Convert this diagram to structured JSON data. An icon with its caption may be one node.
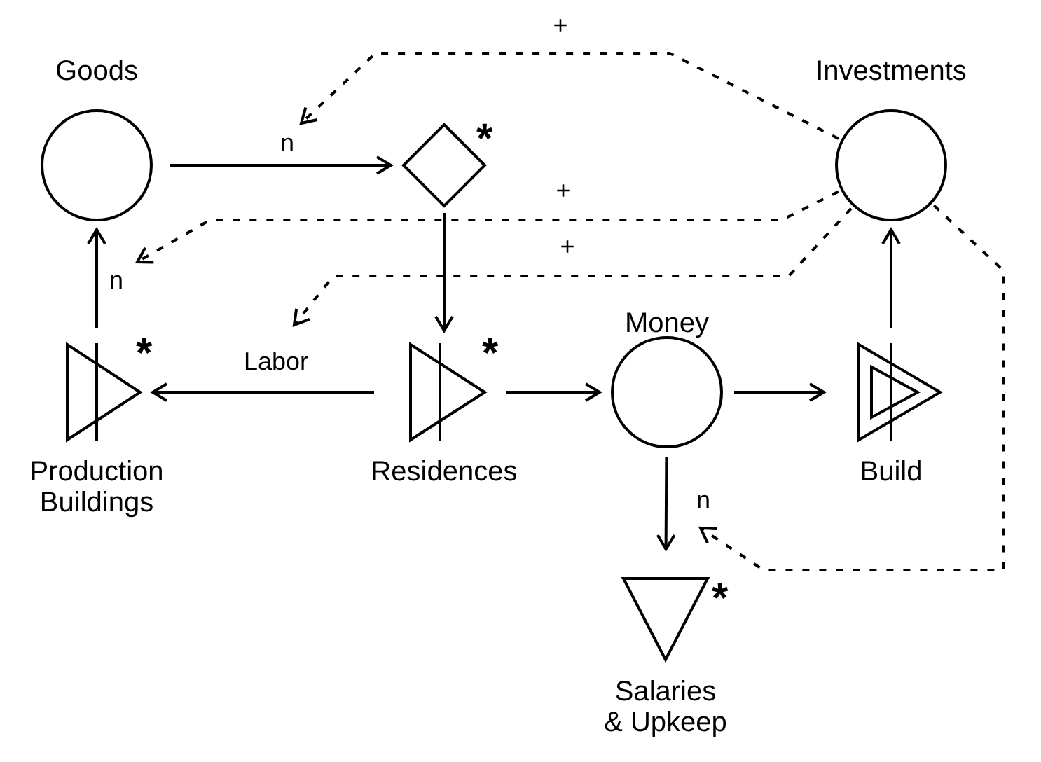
{
  "diagram": {
    "nodes": [
      {
        "text": [
          "Goods"
        ]
      },
      {
        "text": [],
        "shape": "diamond",
        "beside": [
          "*"
        ]
      },
      {
        "text": [
          "Investments"
        ]
      },
      {
        "text": [
          "Production Buildings"
        ],
        "beside": [
          "*"
        ]
      },
      {
        "text": [
          "Residences"
        ],
        "beside": [
          "*"
        ]
      },
      {
        "text": [
          "Money"
        ]
      },
      {
        "text": [
          "Build"
        ]
      },
      {
        "text": [
          "Salaries & Upkeep"
        ],
        "beside": [
          "*"
        ]
      }
    ],
    "edges": [
      {
        "from": 0,
        "to": 1,
        "arrow": "to",
        "label": "n"
      },
      {
        "from": 1,
        "to": 4,
        "arrow": "to"
      },
      {
        "from": 4,
        "to": 3,
        "arrow": "to",
        "label": "Labor"
      },
      {
        "from": 3,
        "to": 0,
        "arrow": "to",
        "label": "n"
      },
      {
        "from": 4,
        "to": 5,
        "arrow": "to"
      },
      {
        "from": 5,
        "to": 6,
        "arrow": "to"
      },
      {
        "from": 6,
        "to": 2,
        "arrow": "to"
      },
      {
        "from": 5,
        "to": 7,
        "arrow": "to",
        "label": "n"
      },
      {
        "from": 2,
        "to": null,
        "arrow": "to",
        "label": "+",
        "style": "dashed"
      },
      {
        "from": 2,
        "to": null,
        "arrow": "to",
        "label": "+",
        "style": "dashed"
      },
      {
        "from": 2,
        "to": null,
        "arrow": "to",
        "label": "+",
        "style": "dashed"
      },
      {
        "from": 2,
        "to": null,
        "arrow": "to",
        "style": "dashed"
      }
    ]
  }
}
